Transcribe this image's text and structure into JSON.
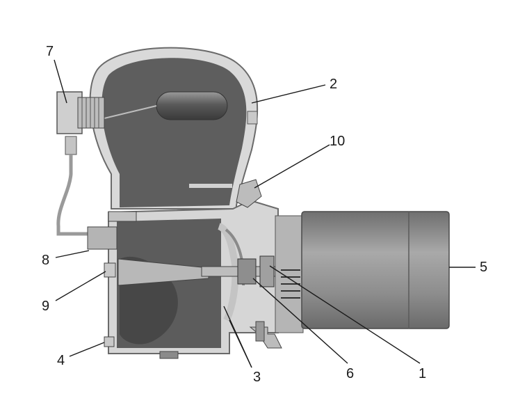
{
  "labels": {
    "l1": "1",
    "l2": "2",
    "l3": "3",
    "l4": "4",
    "l5": "5",
    "l6": "6",
    "l7": "7",
    "l8": "8",
    "l9": "9",
    "l10": "10"
  },
  "colors": {
    "background": "#ffffff",
    "cutaway_interior": "#5e5e5e",
    "casing": "#d9d9d9",
    "motor_body": "#8a8a8a",
    "label_line": "#1a1a1a"
  }
}
